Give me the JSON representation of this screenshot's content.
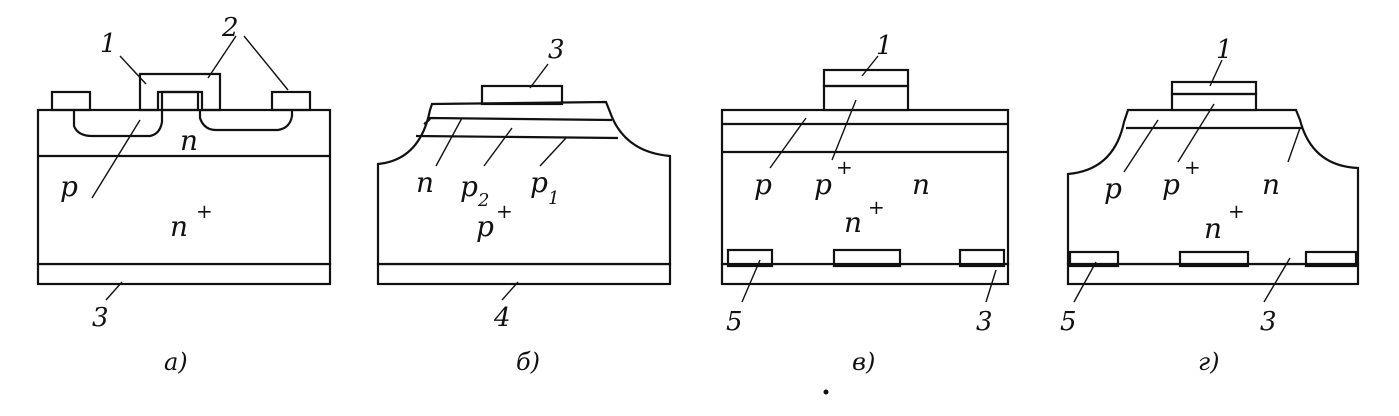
{
  "colors": {
    "ink": "#111111",
    "paper": "#ffffff"
  },
  "panels": {
    "a": {
      "caption": "а)",
      "num_1": "1",
      "num_2": "2",
      "num_3": "3",
      "p": "p",
      "n": "n",
      "n_plus": "n",
      "plus": "+"
    },
    "b": {
      "caption": "б)",
      "num_3": "3",
      "num_4": "4",
      "n": "n",
      "p2": "p",
      "p2_sub": "2",
      "p1": "p",
      "p1_sub": "1",
      "p_plus": "p",
      "plus": "+"
    },
    "c": {
      "caption": "в)",
      "num_1": "1",
      "num_5": "5",
      "num_3": "3",
      "p": "p",
      "p_plus": "p",
      "plus1": "+",
      "n": "n",
      "n_plus": "n",
      "plus2": "+"
    },
    "d": {
      "caption": "г)",
      "num_1": "1",
      "num_5": "5",
      "num_3": "3",
      "p": "p",
      "p_plus": "p",
      "plus1": "+",
      "n": "n",
      "n_plus": "n",
      "plus2": "+"
    }
  }
}
